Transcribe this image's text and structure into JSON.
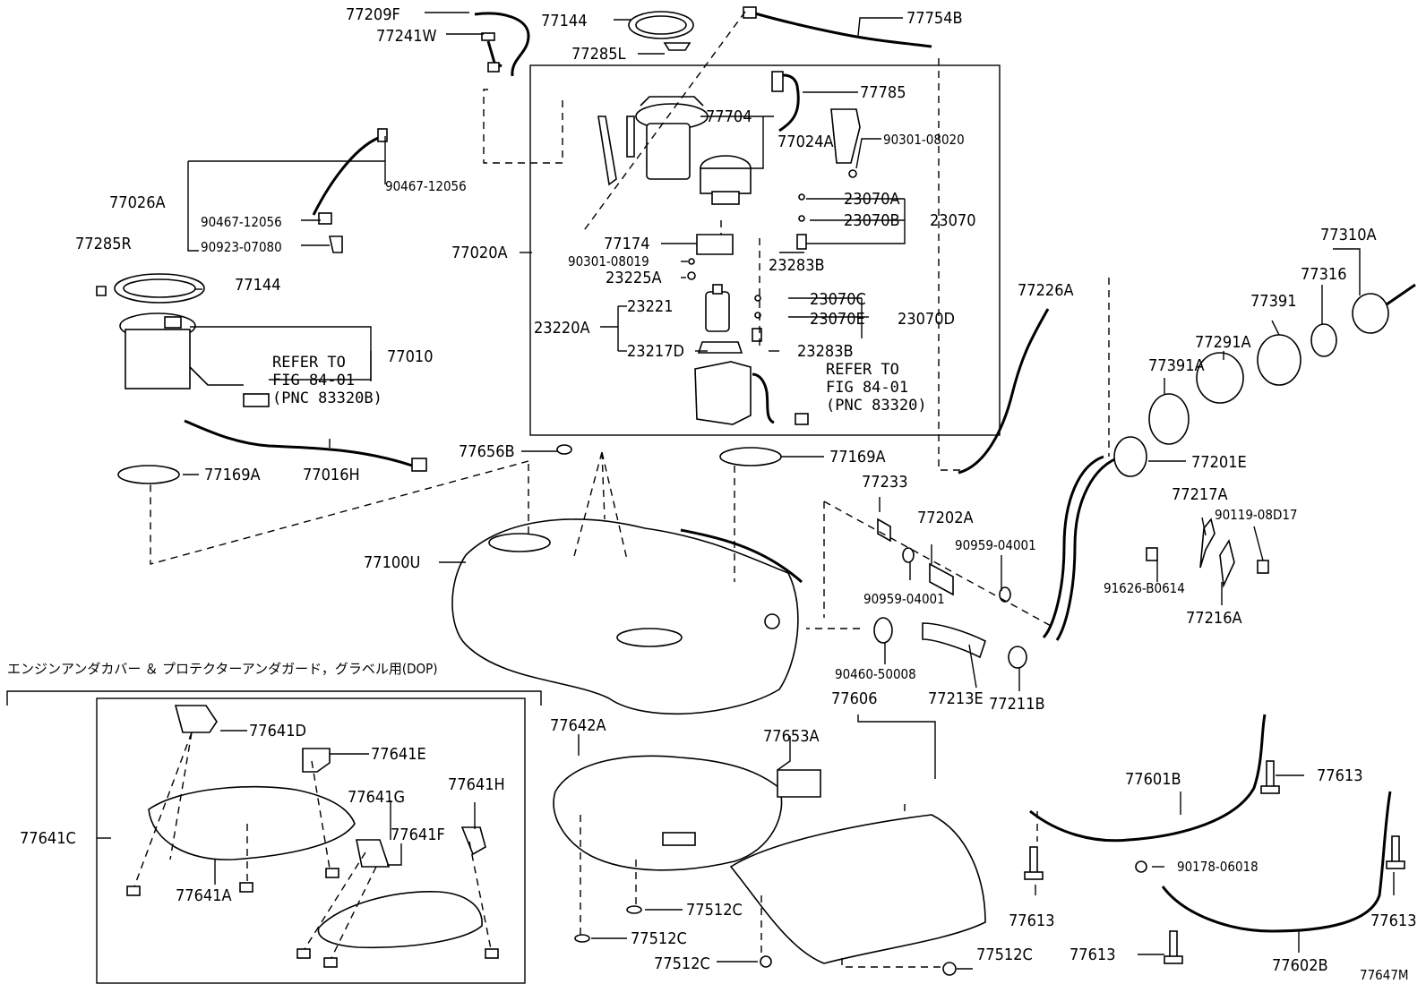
{
  "diagram_id": "77647M",
  "japanese_caption": "エンジンアンダカバー ＆ プロテクターアンダガード，グラベル用(DOP)",
  "refer_notes": [
    {
      "line1": "REFER TO",
      "line2": "FIG 84-01",
      "line3": "(PNC 83320B)"
    },
    {
      "line1": "REFER TO",
      "line2": "FIG 84-01",
      "line3": "(PNC 83320)"
    }
  ],
  "labels": {
    "p77209F": "77209F",
    "p77241W": "77241W",
    "p77144_top": "77144",
    "p77285L": "77285L",
    "p77754B": "77754B",
    "p77785": "77785",
    "p77704": "77704",
    "p77024A": "77024A",
    "p90301_08020": "90301-08020",
    "p90467_12056_a": "90467-12056",
    "p90467_12056_b": "90467-12056",
    "p77026A": "77026A",
    "p90923_07080": "90923-07080",
    "p23070A": "23070A",
    "p23070B": "23070B",
    "p23070": "23070",
    "p77020A": "77020A",
    "p77174": "77174",
    "p90301_08019": "90301-08019",
    "p23225A": "23225A",
    "p23283B_a": "23283B",
    "p77285R": "77285R",
    "p77144_left": "77144",
    "p23221": "23221",
    "p23070C": "23070C",
    "p23220A": "23220A",
    "p23070E": "23070E",
    "p23070D": "23070D",
    "p23217D": "23217D",
    "p23283B_b": "23283B",
    "p77010": "77010",
    "p77016H": "77016H",
    "p77169A_a": "77169A",
    "p77656B": "77656B",
    "p77169A_b": "77169A",
    "p77233": "77233",
    "p77226A": "77226A",
    "p77310A": "77310A",
    "p77316": "77316",
    "p77391": "77391",
    "p77291A": "77291A",
    "p77391A": "77391A",
    "p77201E": "77201E",
    "p77217A": "77217A",
    "p90119_08D17": "90119-08D17",
    "p77202A": "77202A",
    "p90959_04001_a": "90959-04001",
    "p90959_04001_b": "90959-04001",
    "p91626_B0614": "91626-B0614",
    "p77216A": "77216A",
    "p77100U": "77100U",
    "p90460_50008": "90460-50008",
    "p77606": "77606",
    "p77213E": "77213E",
    "p77211B": "77211B",
    "p77641D": "77641D",
    "p77641E": "77641E",
    "p77641G": "77641G",
    "p77641H": "77641H",
    "p77641F": "77641F",
    "p77641C": "77641C",
    "p77641A": "77641A",
    "p77642A": "77642A",
    "p77653A": "77653A",
    "p77601B": "77601B",
    "p77613_a": "77613",
    "p90178_06018": "90178-06018",
    "p77613_b": "77613",
    "p77613_c": "77613",
    "p77613_d": "77613",
    "p77602B": "77602B",
    "p77512C_a": "77512C",
    "p77512C_b": "77512C",
    "p77512C_c": "77512C",
    "p77512C_d": "77512C"
  }
}
